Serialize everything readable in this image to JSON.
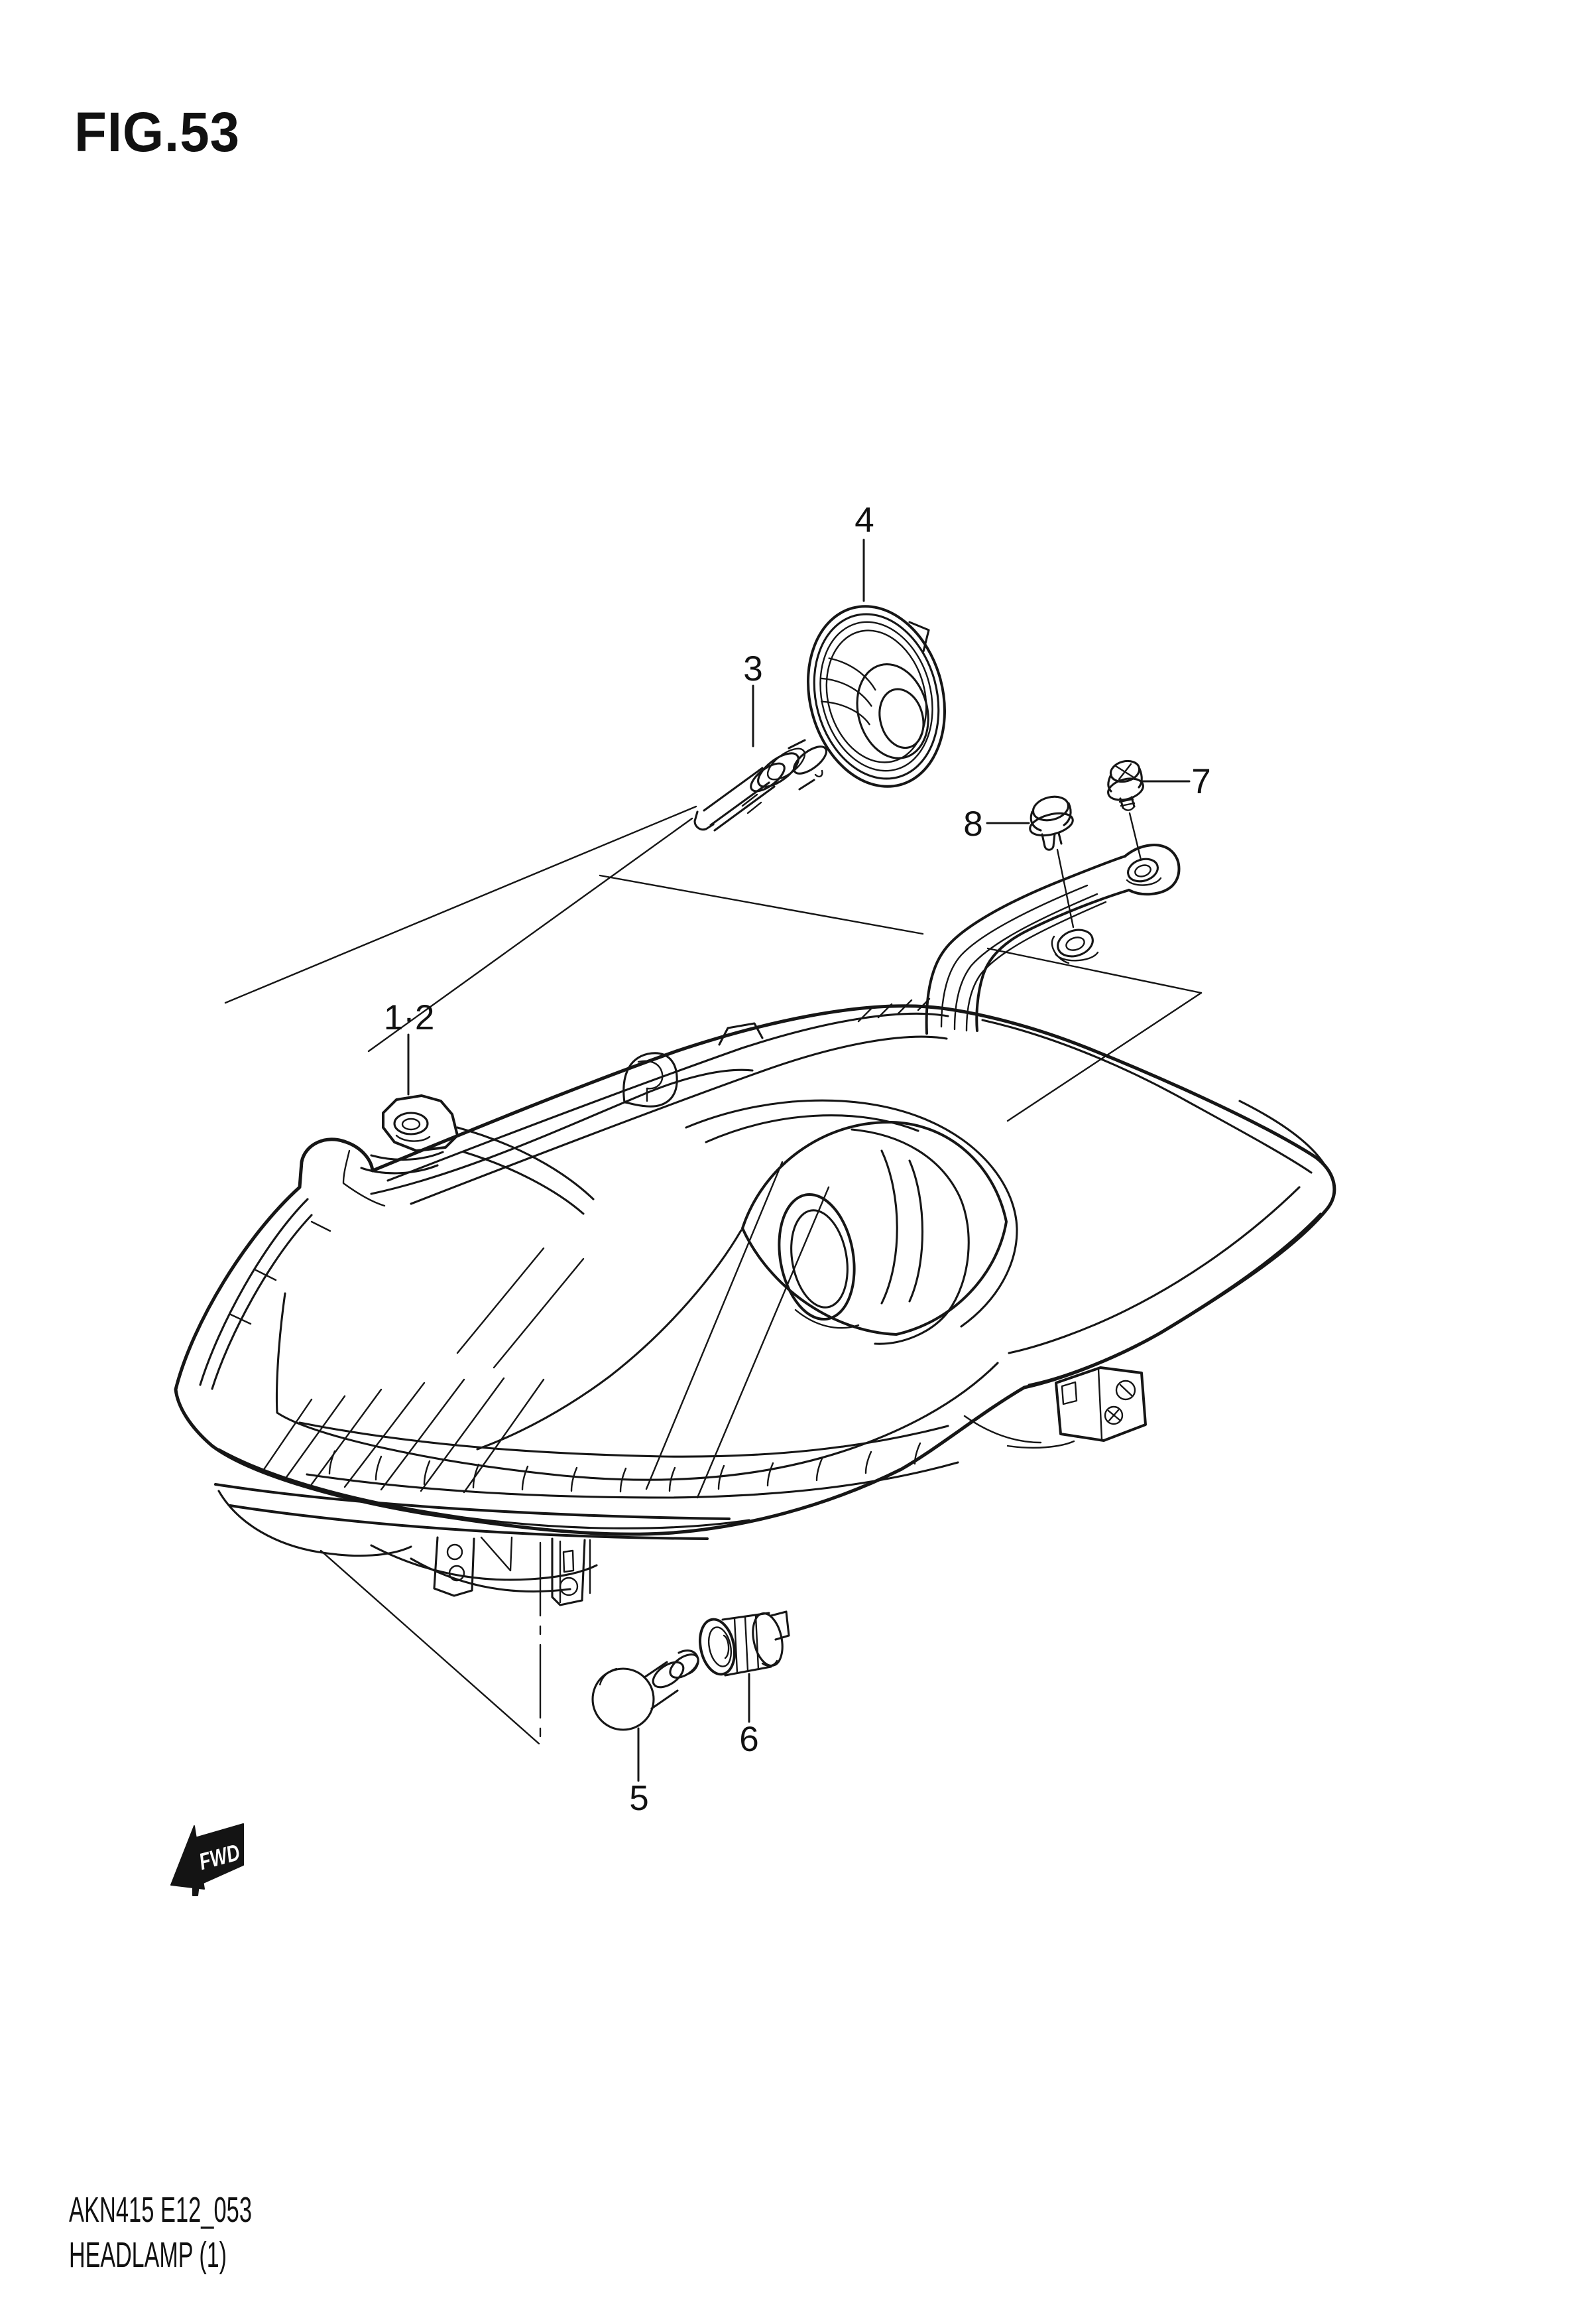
{
  "figure": {
    "title": "FIG.53",
    "code": "AKN415 E12_053",
    "caption": "HEADLAMP (1)"
  },
  "diagram": {
    "fwd_label": "FWD",
    "callouts": [
      {
        "label": "1·2"
      },
      {
        "label": "3"
      },
      {
        "label": "4"
      },
      {
        "label": "5"
      },
      {
        "label": "6"
      },
      {
        "label": "7"
      },
      {
        "label": "8"
      }
    ]
  },
  "colors": {
    "ink": "#161616",
    "paper": "#ffffff"
  }
}
